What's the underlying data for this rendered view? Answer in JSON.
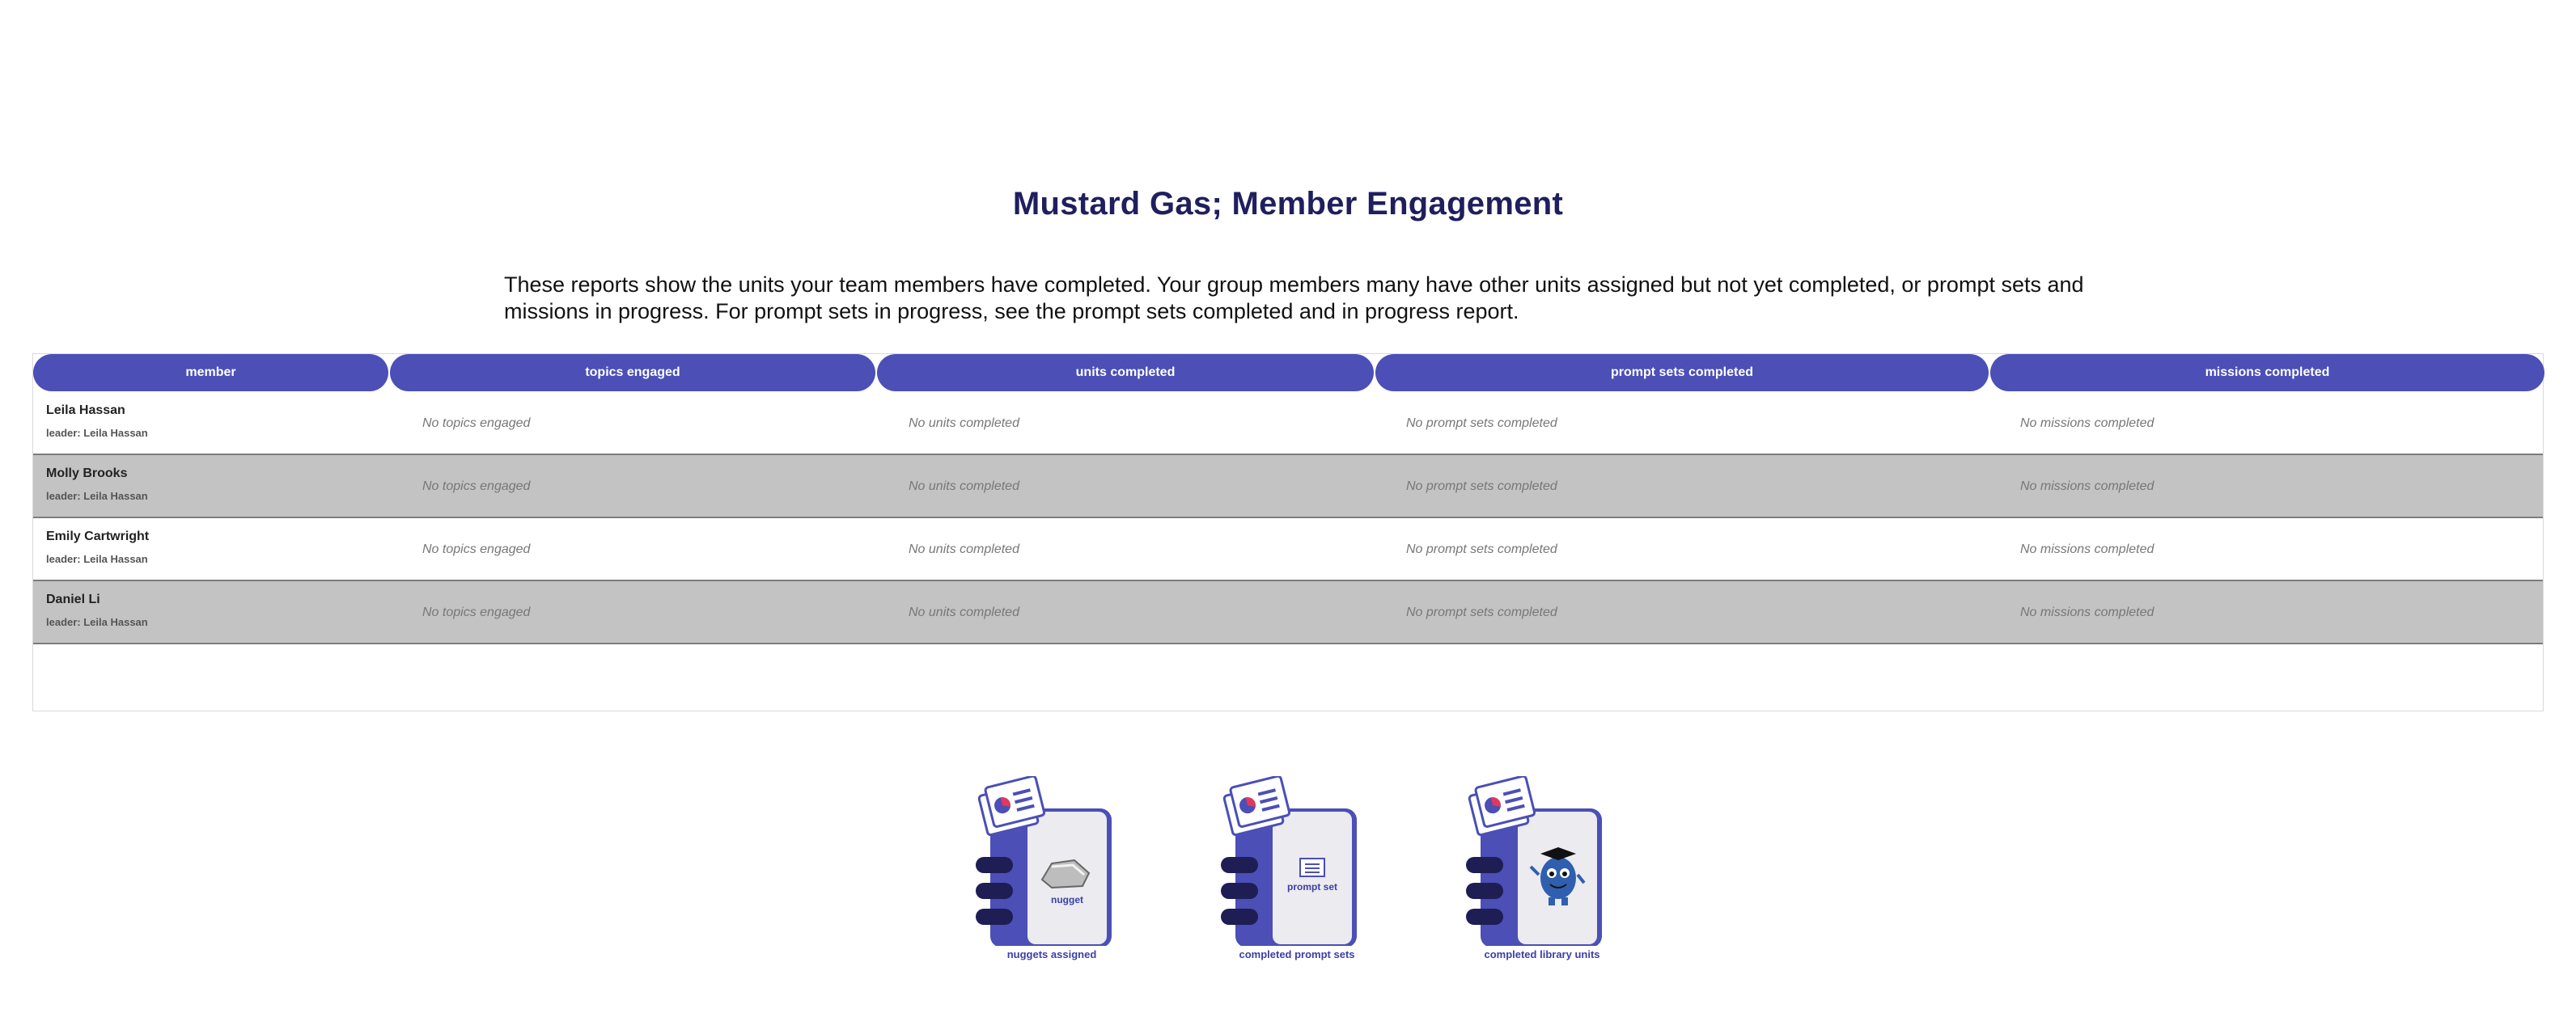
{
  "page": {
    "title": "Mustard Gas; Member Engagement",
    "intro": "These reports show the units your team members have completed. Your group members many have other units assigned but not yet completed, or prompt sets and missions in progress. For prompt sets in progress, see the prompt sets completed and in progress report."
  },
  "table": {
    "headers": [
      "member",
      "topics engaged",
      "units completed",
      "prompt sets completed",
      "missions completed"
    ],
    "rows": [
      {
        "name": "Leila Hassan",
        "leader": "leader: Leila Hassan",
        "topics": "No topics engaged",
        "units": "No units completed",
        "prompt_sets": "No prompt sets completed",
        "missions": "No missions completed"
      },
      {
        "name": "Molly Brooks",
        "leader": "leader: Leila Hassan",
        "topics": "No topics engaged",
        "units": "No units completed",
        "prompt_sets": "No prompt sets completed",
        "missions": "No missions completed"
      },
      {
        "name": "Emily Cartwright",
        "leader": "leader: Leila Hassan",
        "topics": "No topics engaged",
        "units": "No units completed",
        "prompt_sets": "No prompt sets completed",
        "missions": "No missions completed"
      },
      {
        "name": "Daniel Li",
        "leader": "leader: Leila Hassan",
        "topics": "No topics engaged",
        "units": "No units completed",
        "prompt_sets": "No prompt sets completed",
        "missions": "No missions completed"
      }
    ]
  },
  "cards": [
    {
      "icon": "nugget-rock-icon",
      "label": "nugget",
      "caption": "nuggets assigned"
    },
    {
      "icon": "prompt-set-icon",
      "label": "prompt set",
      "caption": "completed prompt sets"
    },
    {
      "icon": "mascot-graduate-icon",
      "label": "",
      "caption": "completed library units"
    }
  ],
  "colors": {
    "accent": "#4b4fb6",
    "title": "#1f1f5e",
    "alt_row": "#c3c3c3"
  }
}
